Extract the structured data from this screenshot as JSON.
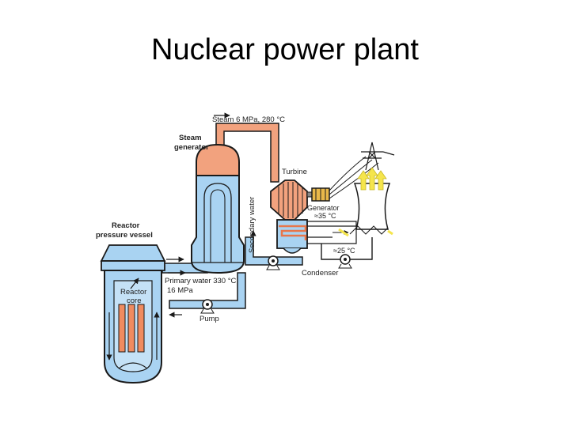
{
  "title": "Nuclear power plant",
  "diagram": {
    "labels": {
      "steam": "Steam 6 MPa, 280 °C",
      "steam_generator_1": "Steam",
      "steam_generator_2": "generator",
      "turbine": "Turbine",
      "generator": "Generator",
      "temp_35": "≈35 °C",
      "temp_25": "≈25 °C",
      "condenser": "Condenser",
      "secondary_water": "Secondary water",
      "reactor_pv_1": "Reactor",
      "reactor_pv_2": "pressure vessel",
      "reactor_core_1": "Reactor",
      "reactor_core_2": "core",
      "primary_water_1": "Primary water 330 °C",
      "primary_water_2": "16 MPa",
      "pump": "Pump"
    },
    "colors": {
      "primary_blue": "#a9d3f2",
      "steam_orange": "#f2a27e",
      "outline": "#1a1a1a",
      "hot_red": "#e8764a",
      "cooling_yellow": "#f5e54c"
    }
  }
}
